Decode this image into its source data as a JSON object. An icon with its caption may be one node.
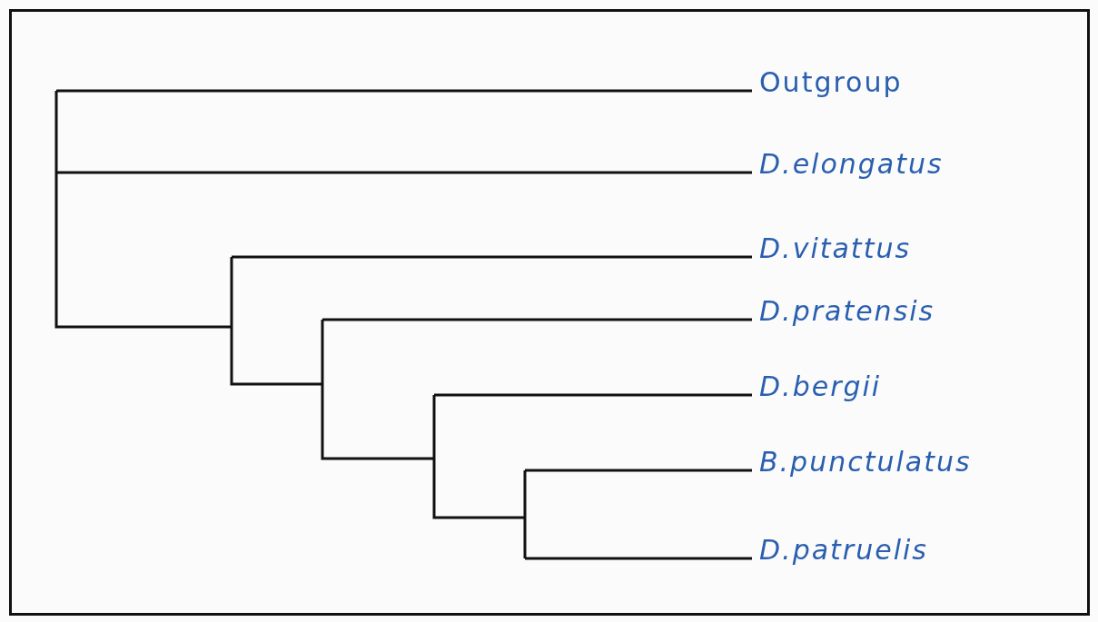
{
  "diagram": {
    "nodes": [
      {
        "text": [
          "Outgroup"
        ]
      },
      {
        "text": [
          "D.elongatus"
        ]
      },
      {
        "text": [
          "D.vitattus"
        ]
      },
      {
        "text": [
          "D.pratensis"
        ]
      },
      {
        "text": [
          "D.bergii"
        ]
      },
      {
        "text": [
          "B.punctulatus"
        ]
      },
      {
        "text": [
          "D.patruelis"
        ]
      }
    ],
    "edges": [
      {
        "from": null,
        "to": 0,
        "arrow": "none"
      },
      {
        "from": null,
        "to": 1,
        "arrow": "none"
      },
      {
        "from": null,
        "to": 2,
        "arrow": "none"
      },
      {
        "from": null,
        "to": 3,
        "arrow": "none"
      },
      {
        "from": null,
        "to": 4,
        "arrow": "none"
      },
      {
        "from": null,
        "to": 5,
        "arrow": "none"
      },
      {
        "from": null,
        "to": 6,
        "arrow": "none"
      }
    ]
  }
}
